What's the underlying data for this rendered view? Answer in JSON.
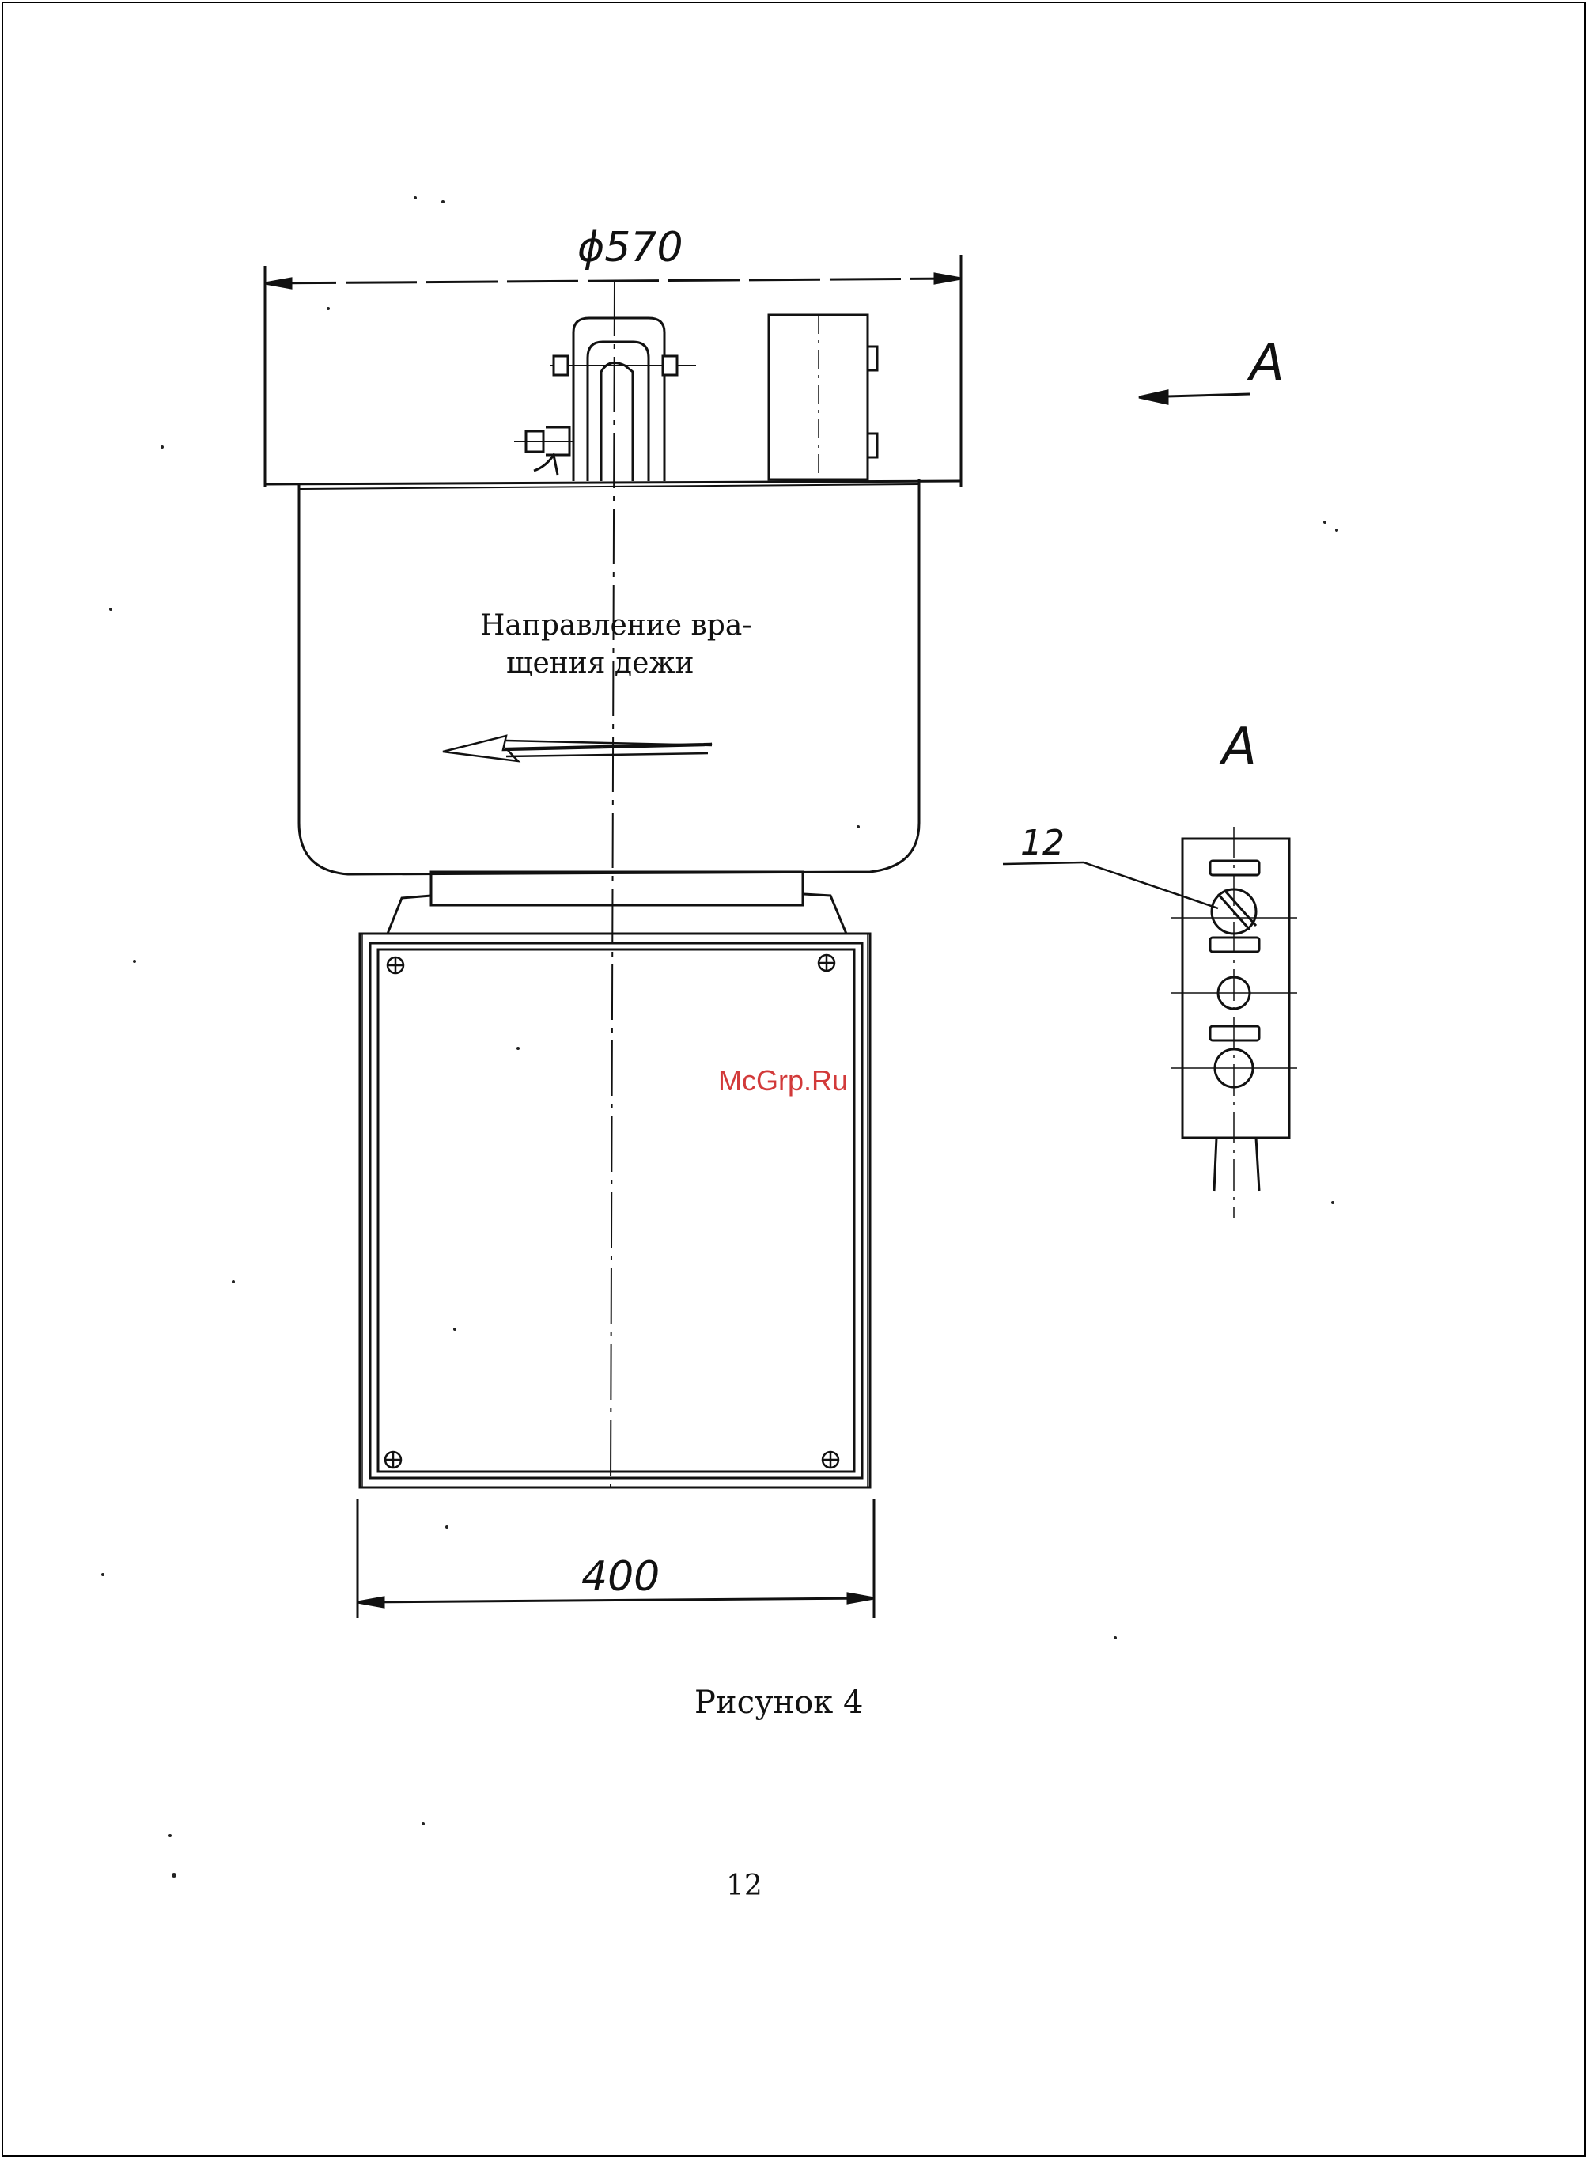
{
  "drawing": {
    "dim_top": "ϕ570",
    "dim_bottom": "400",
    "view_marker": "A",
    "view_label": "A",
    "rotation_text_line1": "Направление вра-",
    "rotation_text_line2": "щения дежи",
    "callout_number": "12",
    "caption": "Рисунок 4",
    "page_number": "12",
    "watermark": "McGrp.Ru"
  }
}
